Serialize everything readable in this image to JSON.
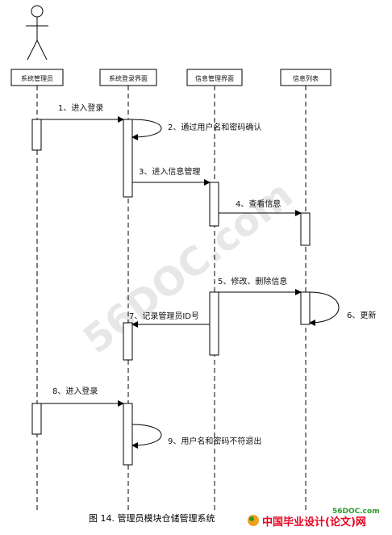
{
  "participants": [
    {
      "id": "admin",
      "label": "系统管理员"
    },
    {
      "id": "login",
      "label": "系统登录界面"
    },
    {
      "id": "info_ui",
      "label": "信息管理界面"
    },
    {
      "id": "list",
      "label": "信息列表"
    }
  ],
  "messages": [
    {
      "label": "1、进入登录"
    },
    {
      "label": "2、通过用户名和密码确认"
    },
    {
      "label": "3、进入信息管理"
    },
    {
      "label": "4、查看信息"
    },
    {
      "label": "5、修改、删除信息"
    },
    {
      "label": "6、更新"
    },
    {
      "label": "7、记录管理员ID号"
    },
    {
      "label": "8、进入登录"
    },
    {
      "label": "9、用户名和密码不符退出"
    }
  ],
  "caption": "图 14. 管理员模块仓储管理系统",
  "watermark": {
    "text": "56DOC.com",
    "brand_domain": "56DOC.com",
    "brand_text": "中国毕业设计(论文)网",
    "brand_color": "#e8001f",
    "domain_color": "#2a9a2a"
  }
}
